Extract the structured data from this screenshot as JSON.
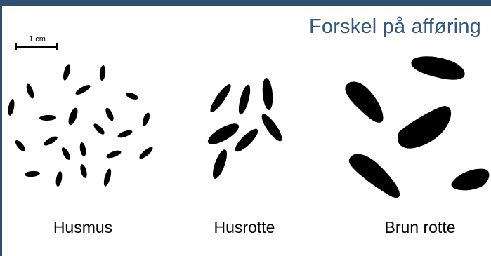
{
  "title": "Forskel på afføring",
  "scale_label": "1 cm",
  "groups": [
    {
      "label": "Husmus"
    },
    {
      "label": "Husrotte"
    },
    {
      "label": "Brun rotte"
    }
  ],
  "colors": {
    "frame": "#2f4f6f",
    "title": "#35597e",
    "pellets": "#000000"
  }
}
